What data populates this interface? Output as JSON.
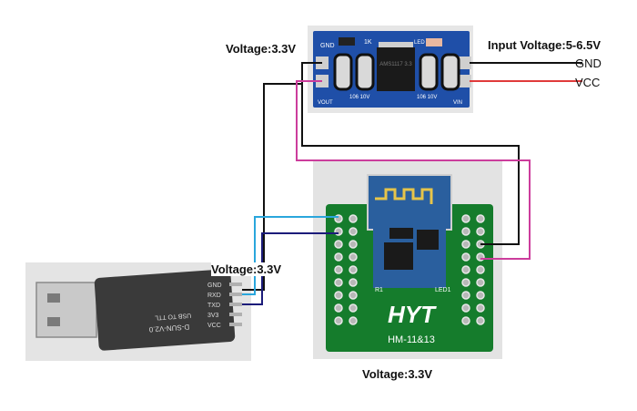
{
  "labels": {
    "regulator_output": "Voltage:3.3V",
    "input_voltage": "Input Voltage:5-6.5V",
    "gnd": "GND",
    "vcc": "VCC",
    "usb_voltage": "Voltage:3.3V",
    "bluetooth_voltage": "Voltage:3.3V"
  },
  "regulator_board": {
    "silk_gnd": "GND",
    "silk_1k": "1K",
    "silk_led": "LED",
    "silk_cap_left": "106 10V",
    "silk_cap_right": "106 10V",
    "silk_vout": "VOUT",
    "silk_vin": "VIN",
    "chip_text": "AMS1117 3.3"
  },
  "usb_adapter": {
    "pin_gnd": "GND",
    "pin_rxd": "RXD",
    "pin_txd": "TXD",
    "pin_3v3": "3V3",
    "pin_vcc": "VCC",
    "silk_model": "D-SUN-V2.0",
    "silk_desc": "USB TO TTL"
  },
  "bluetooth_board": {
    "brand": "HYT",
    "model": "HM-11&13",
    "silk_r1": "R1",
    "silk_led1": "LED1"
  },
  "colors": {
    "wire_black": "#111111",
    "wire_red": "#e03a3a",
    "wire_magenta": "#cc3d9c",
    "wire_cyan": "#2aa6dc",
    "wire_navy": "#1c1c7a",
    "pcb_green": "#157c2c",
    "pcb_blue": "#1f4fa8"
  }
}
